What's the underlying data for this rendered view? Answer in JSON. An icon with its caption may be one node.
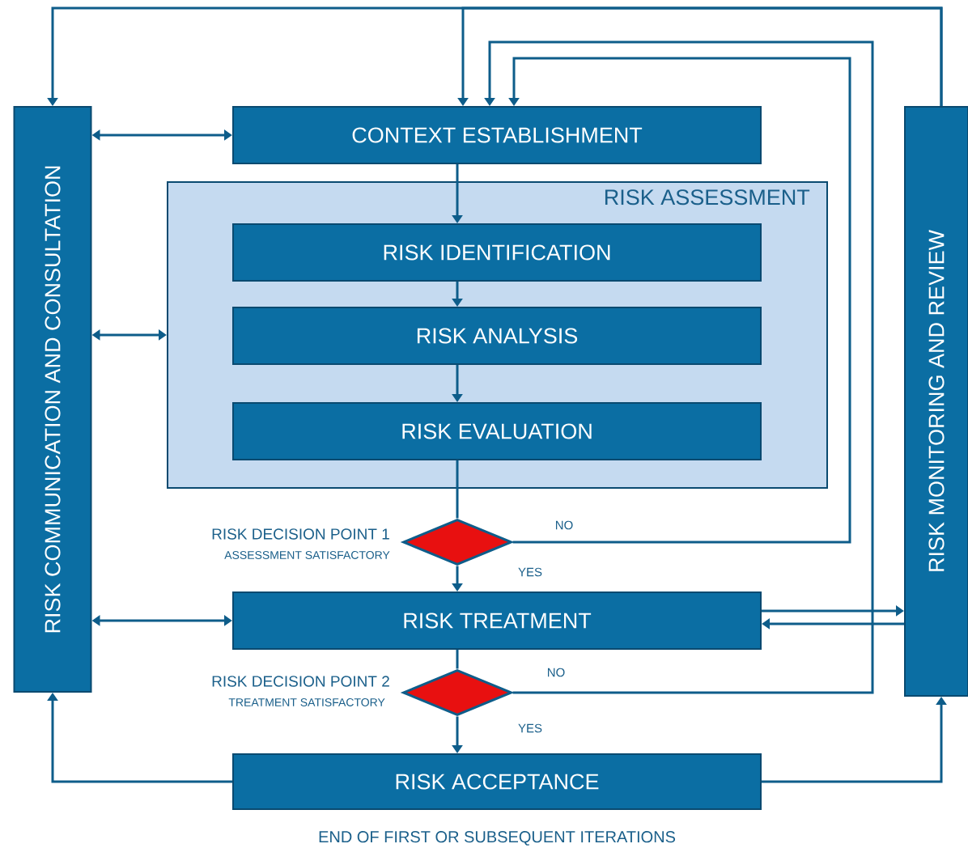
{
  "diagram": {
    "nodes": [
      {
        "text": [
          "RISK COMMUNICATION AND CONSULTATION"
        ]
      },
      {
        "text": [
          "CONTEXT ESTABLISHMENT"
        ]
      },
      {
        "text": [
          "RISK ASSESSMENT"
        ]
      },
      {
        "text": [
          "RISK IDENTIFICATION"
        ],
        "in": 2
      },
      {
        "text": [
          "RISK ANALYSIS"
        ],
        "in": 2
      },
      {
        "text": [
          "RISK EVALUATION"
        ],
        "in": 2
      },
      {
        "text": [],
        "shape": "diamond",
        "beside": [
          "RISK DECISION POINT 1",
          "ASSESSMENT SATISFACTORY"
        ]
      },
      {
        "text": [
          "RISK TREATMENT"
        ]
      },
      {
        "text": [],
        "shape": "diamond",
        "beside": [
          "RISK DECISION POINT 2",
          "TREATMENT SATISFACTORY"
        ]
      },
      {
        "text": [
          "RISK ACCEPTANCE"
        ]
      },
      {
        "text": [
          "RISK MONITORING AND REVIEW"
        ]
      }
    ],
    "edges": [
      {
        "from": 10,
        "to": 0,
        "arrow": "to"
      },
      {
        "from": 10,
        "to": 1,
        "arrow": "to"
      },
      {
        "from": 0,
        "to": 1,
        "arrow": "both"
      },
      {
        "from": 0,
        "to": 2,
        "arrow": "both"
      },
      {
        "from": 0,
        "to": 7,
        "arrow": "both"
      },
      {
        "from": 1,
        "to": 3,
        "arrow": "to"
      },
      {
        "from": 3,
        "to": 4,
        "arrow": "to"
      },
      {
        "from": 4,
        "to": 5,
        "arrow": "to"
      },
      {
        "from": 5,
        "to": 6,
        "arrow": "none"
      },
      {
        "from": 6,
        "to": 7,
        "arrow": "to",
        "label": "YES"
      },
      {
        "from": 6,
        "to": 1,
        "arrow": "to",
        "label": "NO"
      },
      {
        "from": 7,
        "to": 10,
        "arrow": "to"
      },
      {
        "from": 10,
        "to": 7,
        "arrow": "to"
      },
      {
        "from": 7,
        "to": 8,
        "arrow": "none"
      },
      {
        "from": 8,
        "to": 9,
        "arrow": "to",
        "label": "YES"
      },
      {
        "from": 8,
        "to": 1,
        "arrow": "to",
        "label": "NO"
      },
      {
        "from": 9,
        "to": 0,
        "arrow": "to"
      },
      {
        "from": 9,
        "to": 10,
        "arrow": "to"
      }
    ],
    "labels": [
      "END OF FIRST OR SUBSEQUENT ITERATIONS"
    ]
  }
}
